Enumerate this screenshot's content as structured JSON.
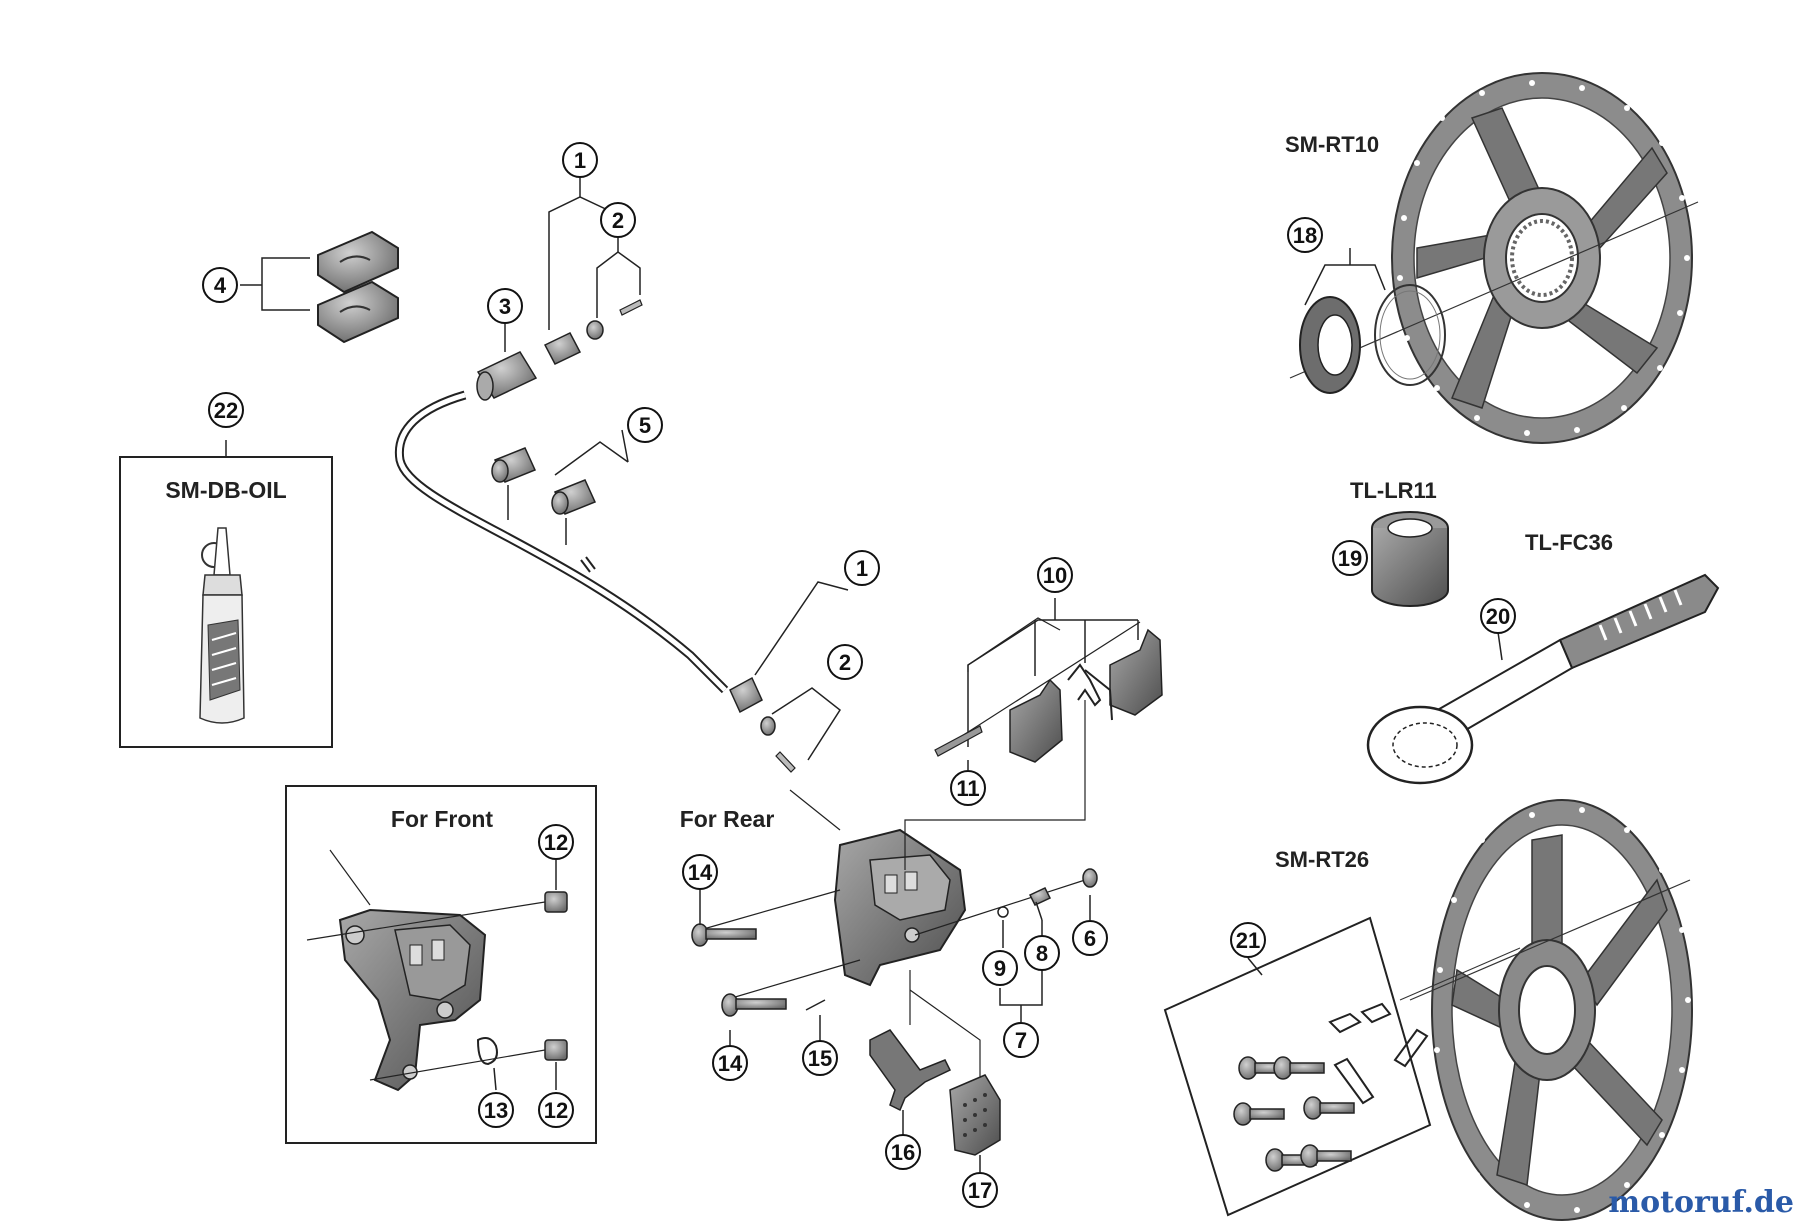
{
  "labels": {
    "sm_rt10": "SM-RT10",
    "sm_rt26": "SM-RT26",
    "sm_db_oil": "SM-DB-OIL",
    "tl_lr11": "TL-LR11",
    "tl_fc36": "TL-FC36",
    "for_front": "For Front",
    "for_rear": "For Rear"
  },
  "callouts": {
    "c1a": "1",
    "c2a": "2",
    "c3": "3",
    "c4": "4",
    "c5": "5",
    "c1b": "1",
    "c2b": "2",
    "c6": "6",
    "c7": "7",
    "c8": "8",
    "c9": "9",
    "c10": "10",
    "c11": "11",
    "c12a": "12",
    "c12b": "12",
    "c13": "13",
    "c14a": "14",
    "c14b": "14",
    "c15": "15",
    "c16": "16",
    "c17": "17",
    "c18": "18",
    "c19": "19",
    "c20": "20",
    "c21": "21",
    "c22": "22"
  },
  "watermark": "motoruf.de",
  "colors": {
    "ink": "#222222",
    "part_fill": "#8a8a8a",
    "part_dark": "#5a5a5a",
    "part_light": "#c8c8c8",
    "watermark": "#2a5aa8"
  },
  "icons": [
    "brake-rotor-icon",
    "oil-bottle-icon",
    "caliper-icon",
    "brake-pad-icon",
    "hose-icon",
    "spanner-icon",
    "lockring-icon"
  ]
}
